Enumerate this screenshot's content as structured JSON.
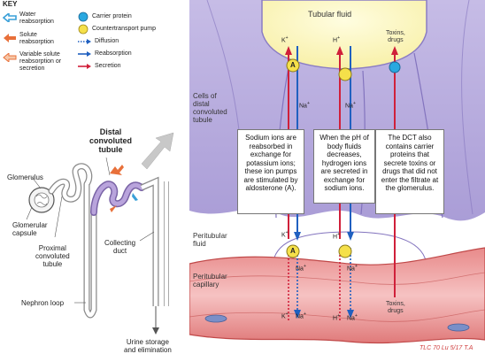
{
  "key": {
    "title": "KEY",
    "items": [
      {
        "label": "Water reabsorption",
        "line1": "Water",
        "line2": "reabsorption",
        "color": "#3aa0d8"
      },
      {
        "label": "Solute reabsorption",
        "line1": "Solute",
        "line2": "reabsorption",
        "color": "#e8703a"
      },
      {
        "label": "Variable solute reabsorption or secretion",
        "line1": "Variable solute",
        "line2": "reabsorption or",
        "line3": "secretion",
        "color": "#f0a878"
      },
      {
        "label": "Carrier protein",
        "color": "#2aa8e0"
      },
      {
        "label": "Countertransport pump",
        "color": "#f5e04a"
      },
      {
        "label": "Diffusion",
        "color": "#2060c0"
      },
      {
        "label": "Reabsorption",
        "color": "#2060c0"
      },
      {
        "label": "Secretion",
        "color": "#d0203a"
      }
    ]
  },
  "nephron": {
    "dct_line1": "Distal",
    "dct_line2": "convoluted",
    "dct_line3": "tubule",
    "glomerulus": "Glomerulus",
    "glom_capsule_line1": "Glomerular",
    "glom_capsule_line2": "capsule",
    "pct_line1": "Proximal",
    "pct_line2": "convoluted",
    "pct_line3": "tubule",
    "collecting_line1": "Collecting",
    "collecting_line2": "duct",
    "loop": "Nephron loop",
    "urine_line1": "Urine storage",
    "urine_line2": "and elimination"
  },
  "panel": {
    "tubular_fluid": "Tubular fluid",
    "cells_line1": "Cells of",
    "cells_line2": "distal",
    "cells_line3": "convoluted",
    "cells_line4": "tubule",
    "peritubular_fluid_line1": "Peritubular",
    "peritubular_fluid_line2": "fluid",
    "peritubular_capillary_line1": "Peritubular",
    "peritubular_capillary_line2": "capillary",
    "toxins_top_line1": "Toxins,",
    "toxins_top_line2": "drugs",
    "toxins_bottom_line1": "Toxins,",
    "toxins_bottom_line2": "drugs",
    "k_ion": "K",
    "na_ion": "Na",
    "h_ion": "H",
    "plus": "+",
    "a_label": "A",
    "box1": "Sodium ions are reabsorbed in exchange for potassium ions; these ion pumps are stimulated by aldosterone (A).",
    "box2": "When the pH of body fluids decreases, hydrogen ions are secreted in exchange for sodium ions.",
    "box3": "The DCT also contains carrier proteins that secrete toxins or drugs that did not enter the filtrate at the glomerulus.",
    "watermark": "TLC 70 Lu 5/17 T.A"
  }
}
